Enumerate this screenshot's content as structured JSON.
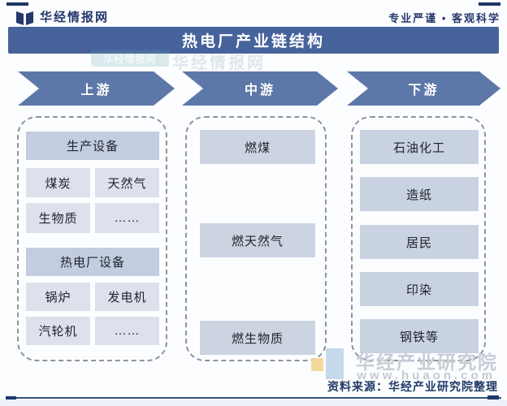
{
  "header": {
    "brand": "华经情报网",
    "slogan": "专业严谨 • 客观科学"
  },
  "title": "热电厂产业链结构",
  "stages": [
    {
      "label": "上游"
    },
    {
      "label": "中游"
    },
    {
      "label": "下游"
    }
  ],
  "upstream": {
    "group1": {
      "header": "生产设备",
      "items": [
        "煤炭",
        "天然气",
        "生物质",
        "……"
      ]
    },
    "group2": {
      "header": "热电厂设备",
      "items": [
        "锅炉",
        "发电机",
        "汽轮机",
        "……"
      ]
    }
  },
  "midstream": {
    "items": [
      "燃煤",
      "燃天然气",
      "燃生物质"
    ]
  },
  "downstream": {
    "items": [
      "石油化工",
      "造纸",
      "居民",
      "印染",
      "钢铁等"
    ]
  },
  "watermark": {
    "brand": "华经情报网",
    "research_institute": "华经产业研究院",
    "website": "www.huaon.com"
  },
  "footer": {
    "source": "资料来源：华经产业研究院整理"
  },
  "colors": {
    "title_bar": "#47639c",
    "arrow": "#5d78a8",
    "box_header": "#c3cde0",
    "box_item_left": "#dce1ec",
    "box_item_mid": "#ccd4e2",
    "box_item_right": "#c9d2e0",
    "dashed_border": "#8e949e"
  }
}
